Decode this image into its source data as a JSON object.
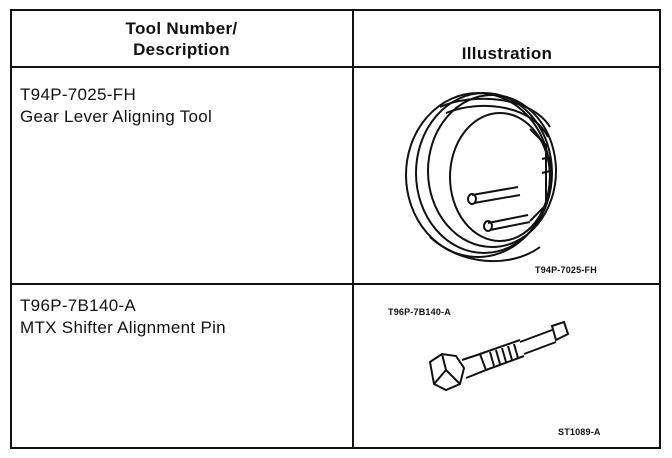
{
  "table": {
    "headers": {
      "col1_line1": "Tool Number/",
      "col1_line2": "Description",
      "col2": "Illustration"
    },
    "rows": [
      {
        "tool_number": "T94P-7025-FH",
        "description": "Gear Lever Aligning Tool",
        "illustration_caption": "T94P-7025-FH"
      },
      {
        "tool_number": "T96P-7B140-A",
        "description": "MTX Shifter Alignment Pin",
        "illustration_caption": "T96P-7B140-A",
        "figure_id": "ST1089-A"
      }
    ]
  }
}
